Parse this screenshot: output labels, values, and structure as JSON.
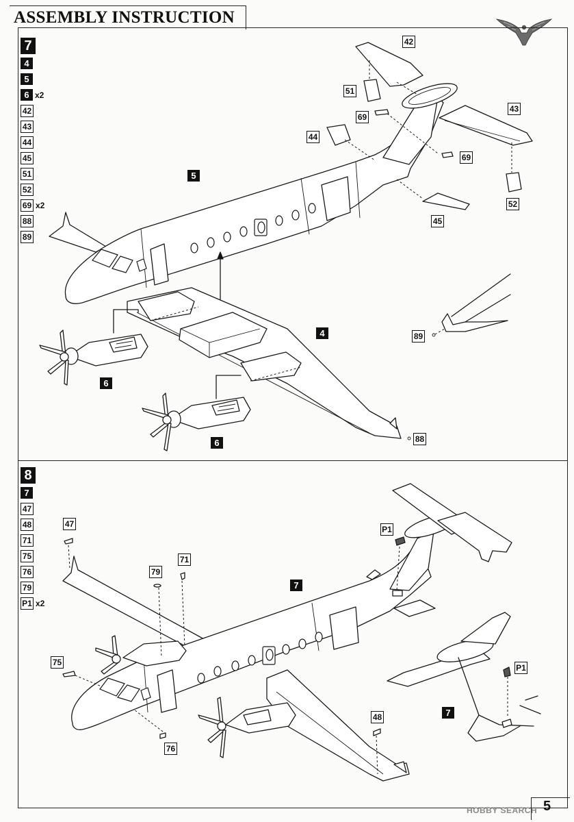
{
  "header": {
    "title": "ASSEMBLY INSTRUCTION"
  },
  "page_number": "5",
  "watermark": "HOBBY SEARCH",
  "step7": {
    "step": "7",
    "parts": [
      {
        "label": "4",
        "style": "black",
        "qty": ""
      },
      {
        "label": "5",
        "style": "black",
        "qty": ""
      },
      {
        "label": "6",
        "style": "black",
        "qty": "x2"
      },
      {
        "label": "42",
        "style": "white",
        "qty": ""
      },
      {
        "label": "43",
        "style": "white",
        "qty": ""
      },
      {
        "label": "44",
        "style": "white",
        "qty": ""
      },
      {
        "label": "45",
        "style": "white",
        "qty": ""
      },
      {
        "label": "51",
        "style": "white",
        "qty": ""
      },
      {
        "label": "52",
        "style": "white",
        "qty": ""
      },
      {
        "label": "69",
        "style": "white",
        "qty": "x2"
      },
      {
        "label": "88",
        "style": "white",
        "qty": ""
      },
      {
        "label": "89",
        "style": "white",
        "qty": ""
      }
    ],
    "callouts": {
      "c42": "42",
      "c43": "43",
      "c44": "44",
      "c45": "45",
      "c51": "51",
      "c52": "52",
      "c69a": "69",
      "c69b": "69",
      "c88": "88",
      "c89": "89",
      "c5": "5",
      "c4": "4",
      "c6a": "6",
      "c6b": "6"
    }
  },
  "step8": {
    "step": "8",
    "parts": [
      {
        "label": "7",
        "style": "black",
        "qty": ""
      },
      {
        "label": "47",
        "style": "white",
        "qty": ""
      },
      {
        "label": "48",
        "style": "white",
        "qty": ""
      },
      {
        "label": "71",
        "style": "white",
        "qty": ""
      },
      {
        "label": "75",
        "style": "white",
        "qty": ""
      },
      {
        "label": "76",
        "style": "white",
        "qty": ""
      },
      {
        "label": "79",
        "style": "white",
        "qty": ""
      },
      {
        "label": "P1",
        "style": "white",
        "qty": "x2"
      }
    ],
    "callouts": {
      "c47": "47",
      "c48": "48",
      "c71": "71",
      "c75": "75",
      "c76": "76",
      "c79": "79",
      "cP1a": "P1",
      "cP1b": "P1",
      "c7a": "7",
      "c7b": "7"
    }
  }
}
